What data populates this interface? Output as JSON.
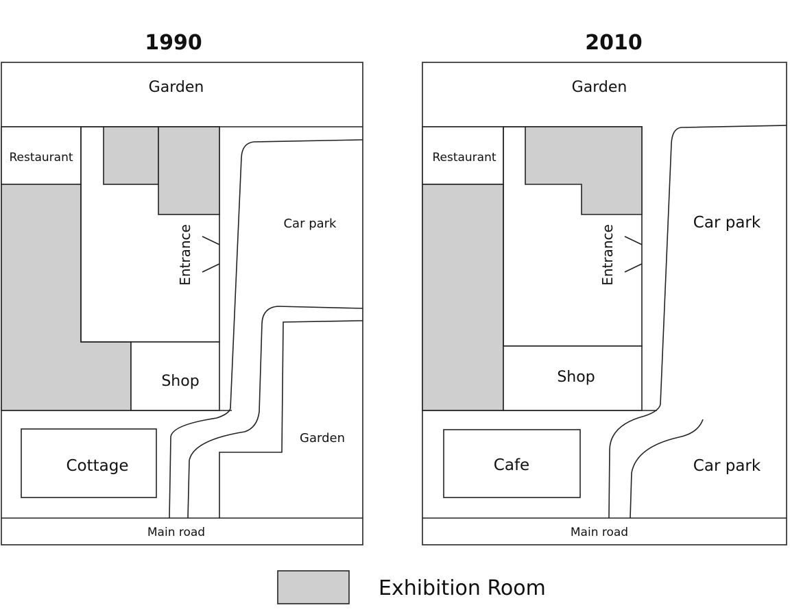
{
  "colors": {
    "exhibition_fill": "#cfcfcf",
    "stroke": "#222222",
    "background": "#ffffff"
  },
  "maps": [
    {
      "year": "1990",
      "labels": {
        "garden_top": "Garden",
        "restaurant": "Restaurant",
        "entrance": "Entrance",
        "car_park": "Car park",
        "shop": "Shop",
        "garden_right": "Garden",
        "cottage": "Cottage",
        "main_road": "Main road"
      }
    },
    {
      "year": "2010",
      "labels": {
        "garden_top": "Garden",
        "restaurant": "Restaurant",
        "entrance": "Entrance",
        "car_park": "Car park",
        "shop": "Shop",
        "car_park_lower": "Car park",
        "cafe": "Cafe",
        "main_road": "Main road"
      }
    }
  ],
  "legend": {
    "label": "Exhibition Room"
  }
}
